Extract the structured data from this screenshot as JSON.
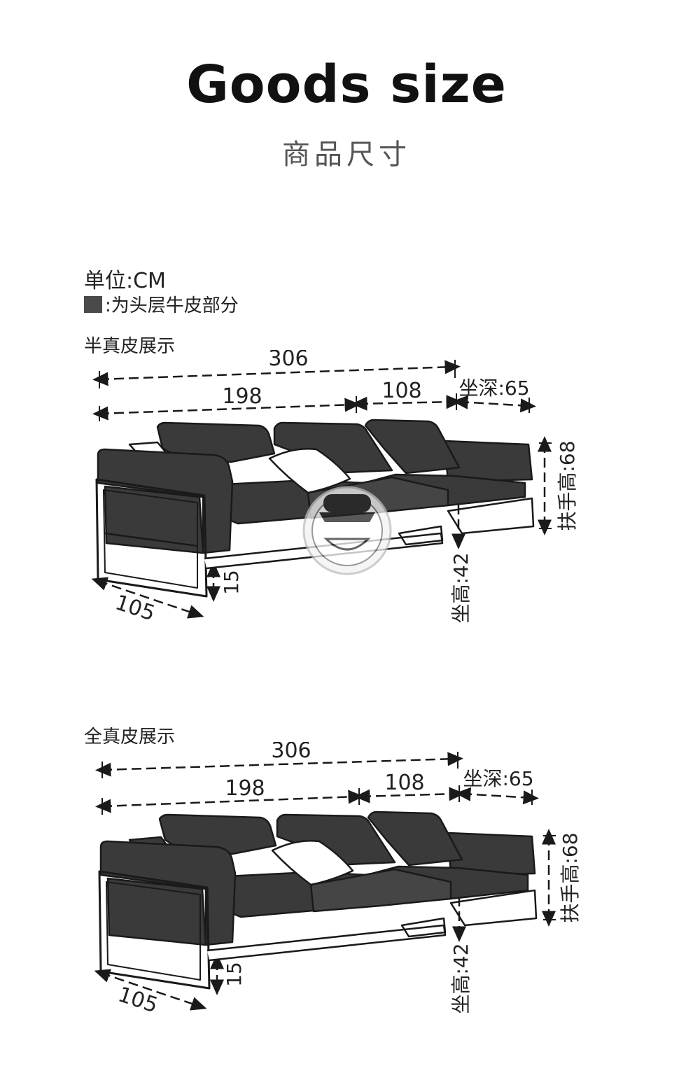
{
  "header": {
    "title": "Goods size",
    "subtitle": "商品尺寸"
  },
  "info": {
    "unit": "单位:CM",
    "legend": ":为头层牛皮部分"
  },
  "colors": {
    "leather": "#3a3a3a",
    "frame": "#ffffff",
    "line": "#1a1a1a",
    "swatch": "#4a4a4a"
  },
  "sections": [
    {
      "label": "半真皮展示",
      "dims": {
        "total": "306",
        "left": "198",
        "right": "108",
        "depth": "坐深:65",
        "arm_height": "扶手高:68",
        "seat_height": "坐高:42",
        "leg": "15",
        "side": "105"
      }
    },
    {
      "label": "全真皮展示",
      "dims": {
        "total": "306",
        "left": "198",
        "right": "108",
        "depth": "坐深:65",
        "arm_height": "扶手高:68",
        "seat_height": "坐高:42",
        "leg": "15",
        "side": "105"
      }
    }
  ]
}
